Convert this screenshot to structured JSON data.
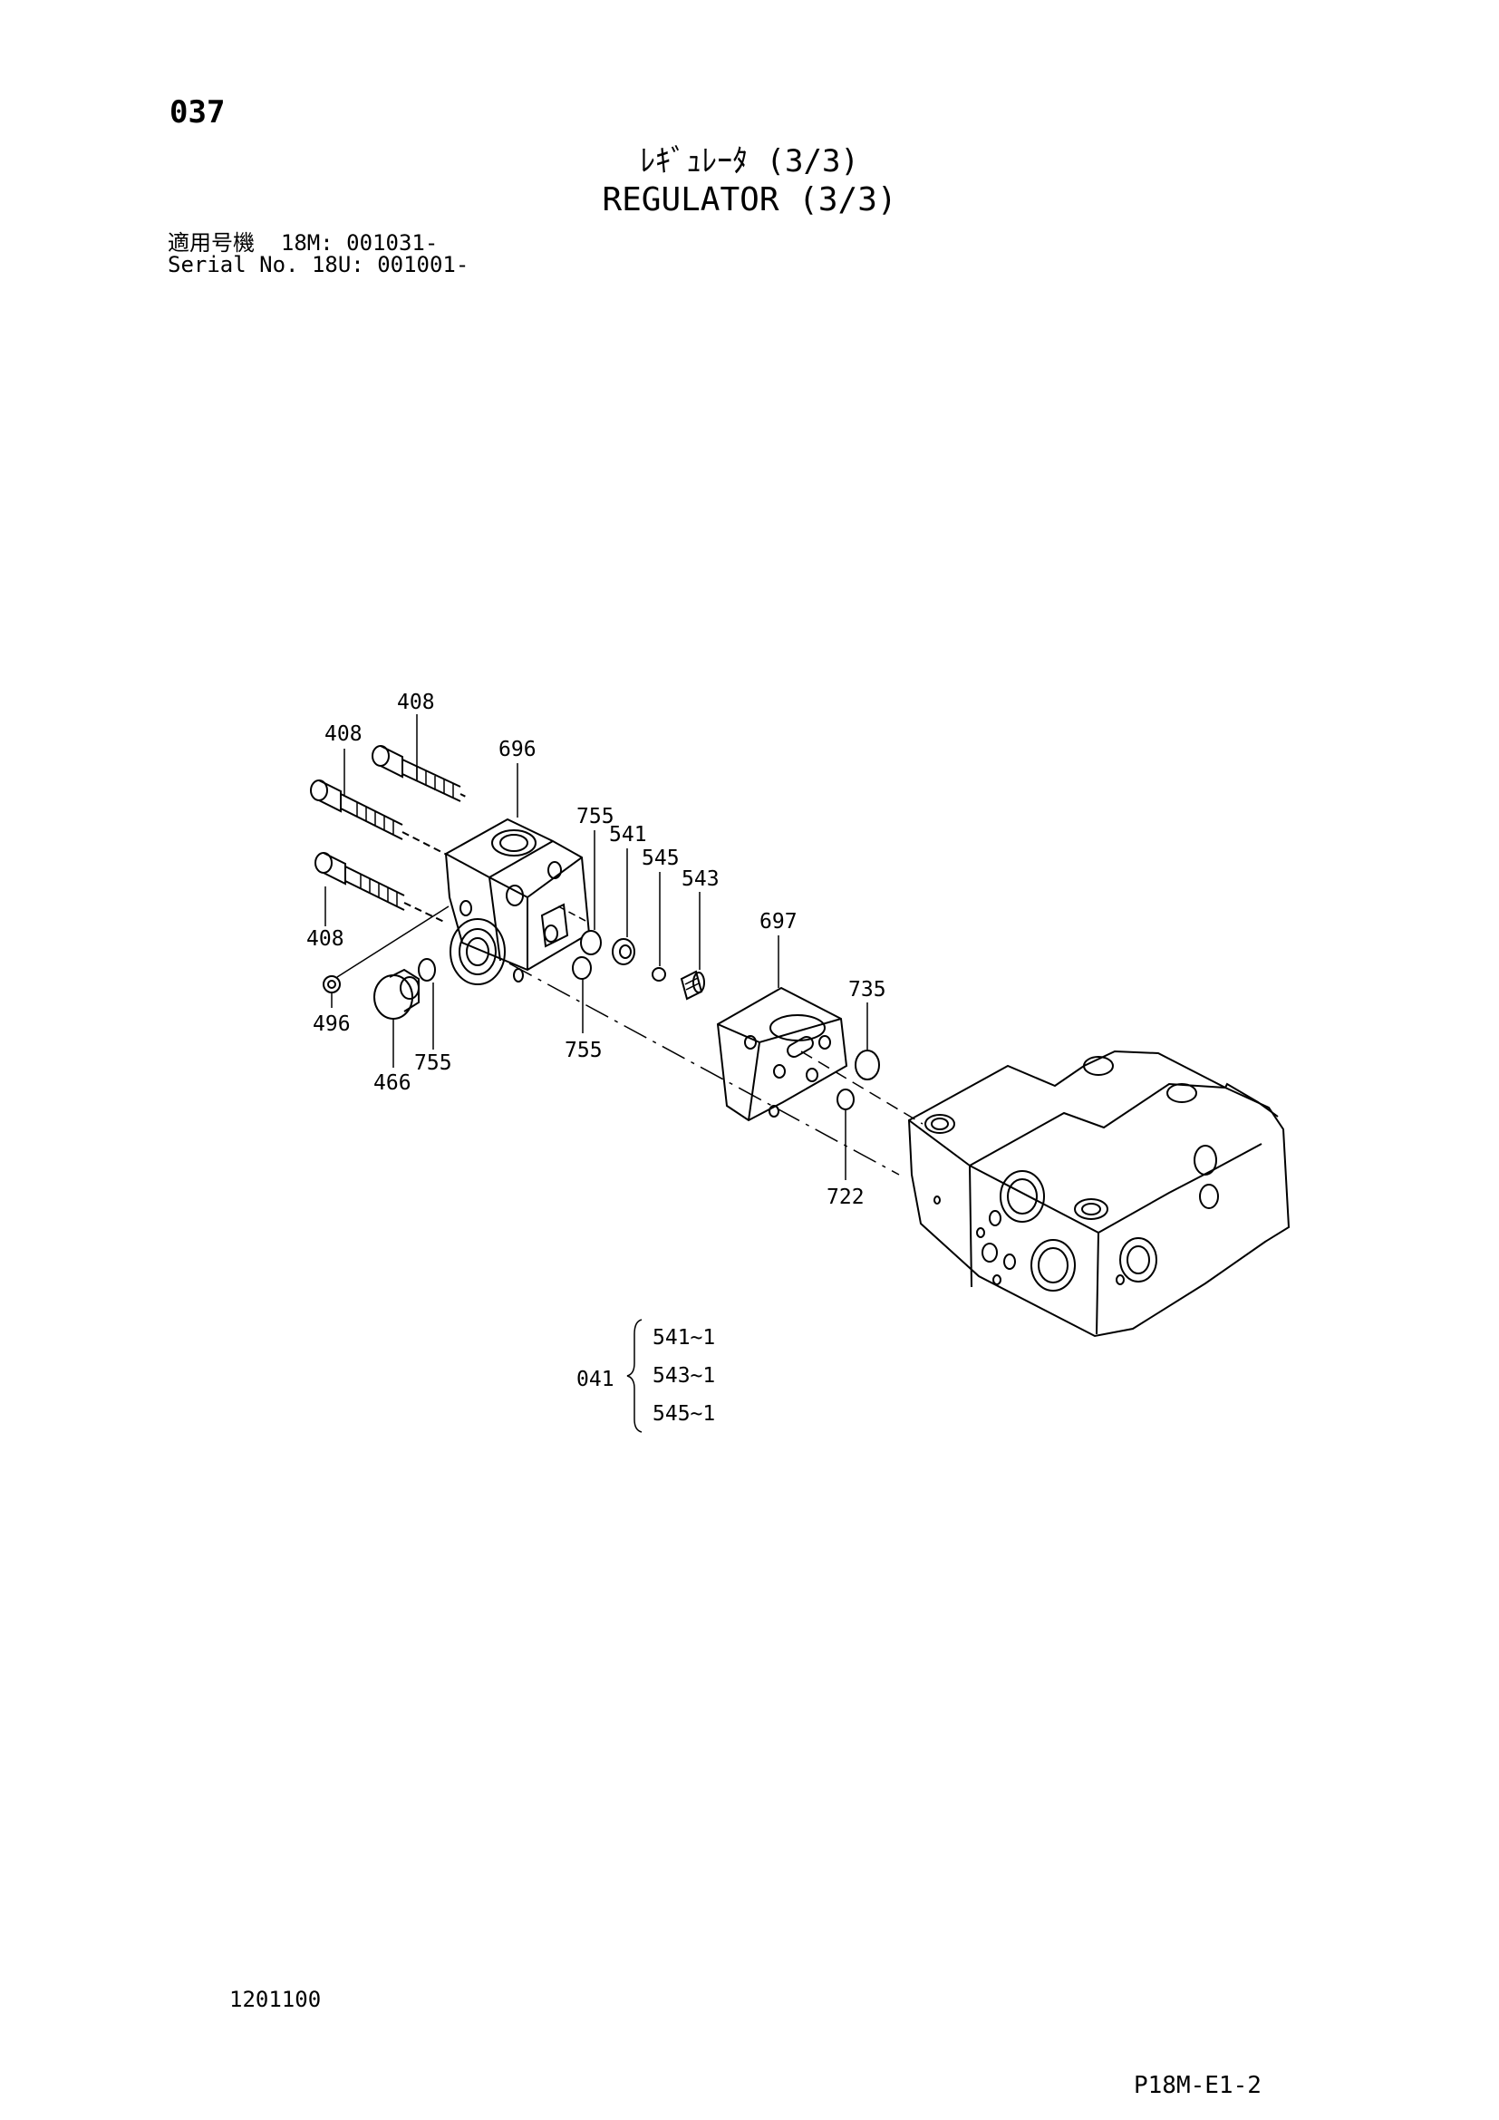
{
  "header": {
    "page_number": "037",
    "title_jp": "ﾚｷﾞｭﾚｰﾀ (3/3)",
    "title_en": "REGULATOR (3/3)",
    "serial_line_1": "適用号機  18M: 001031-",
    "serial_line_2": "Serial No. 18U: 001001-"
  },
  "callouts": {
    "c408_top": "408",
    "c408_mid": "408",
    "c408_low": "408",
    "c696": "696",
    "c755_a": "755",
    "c541": "541",
    "c545": "545",
    "c543": "543",
    "c697": "697",
    "c735": "735",
    "c496": "496",
    "c755_b": "755",
    "c466": "466",
    "c755_c": "755",
    "c722": "722"
  },
  "kit": {
    "number": "041",
    "items": [
      "541~1",
      "543~1",
      "545~1"
    ]
  },
  "footer": {
    "code": "1201100",
    "reference": "P18M-E1-2"
  }
}
